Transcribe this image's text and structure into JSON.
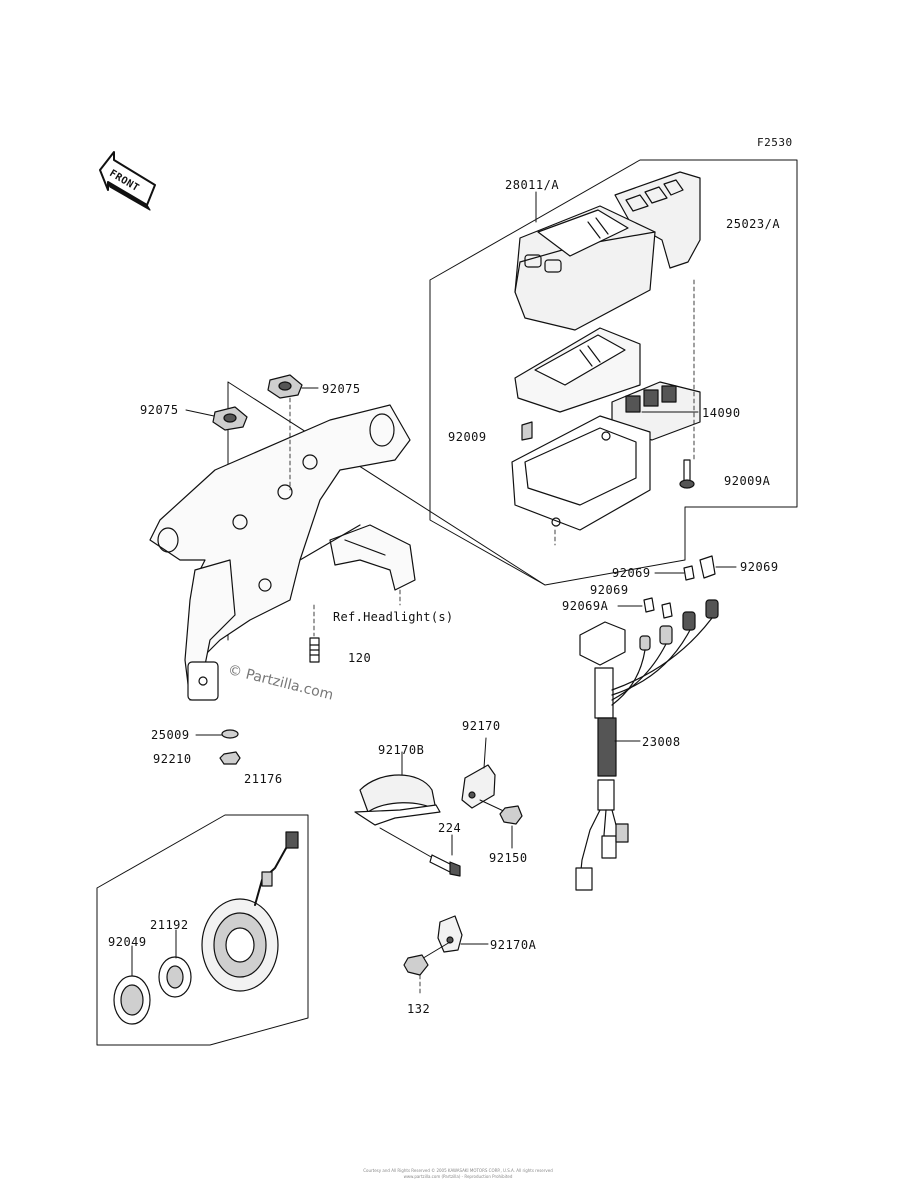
{
  "figure_code": "F2530",
  "front_arrow_label": "FRONT",
  "watermark": "© Partzilla.com",
  "reference_note": "Ref.Headlight(s)",
  "footer": {
    "line1": "Courtesy and All Rights Reserved © 2005 KAWASAKI MOTORS CORP., U.S.A. All rights reserved",
    "line2": "www.partzilla.com (Partzilla) - Reproduction Prohibited"
  },
  "part_labels": {
    "p28011A": "28011/A",
    "p25023A": "25023/A",
    "p14090": "14090",
    "p92009": "92009",
    "p92009A": "92009A",
    "p92075_top": "92075",
    "p92075_left": "92075",
    "p92069_a": "92069",
    "p92069_b": "92069",
    "p92069_c": "92069",
    "p92069A": "92069A",
    "p120": "120",
    "p25009": "25009",
    "p92210": "92210",
    "p21176": "21176",
    "p23008": "23008",
    "p92170": "92170",
    "p92170B": "92170B",
    "p224": "224",
    "p92150": "92150",
    "p92170A": "92170A",
    "p132": "132",
    "p21192": "21192",
    "p92049": "92049"
  },
  "colors": {
    "line": "#111111",
    "fill_light": "#f2f2f2",
    "fill_mid": "#cfcfcf",
    "fill_dark": "#555555"
  }
}
